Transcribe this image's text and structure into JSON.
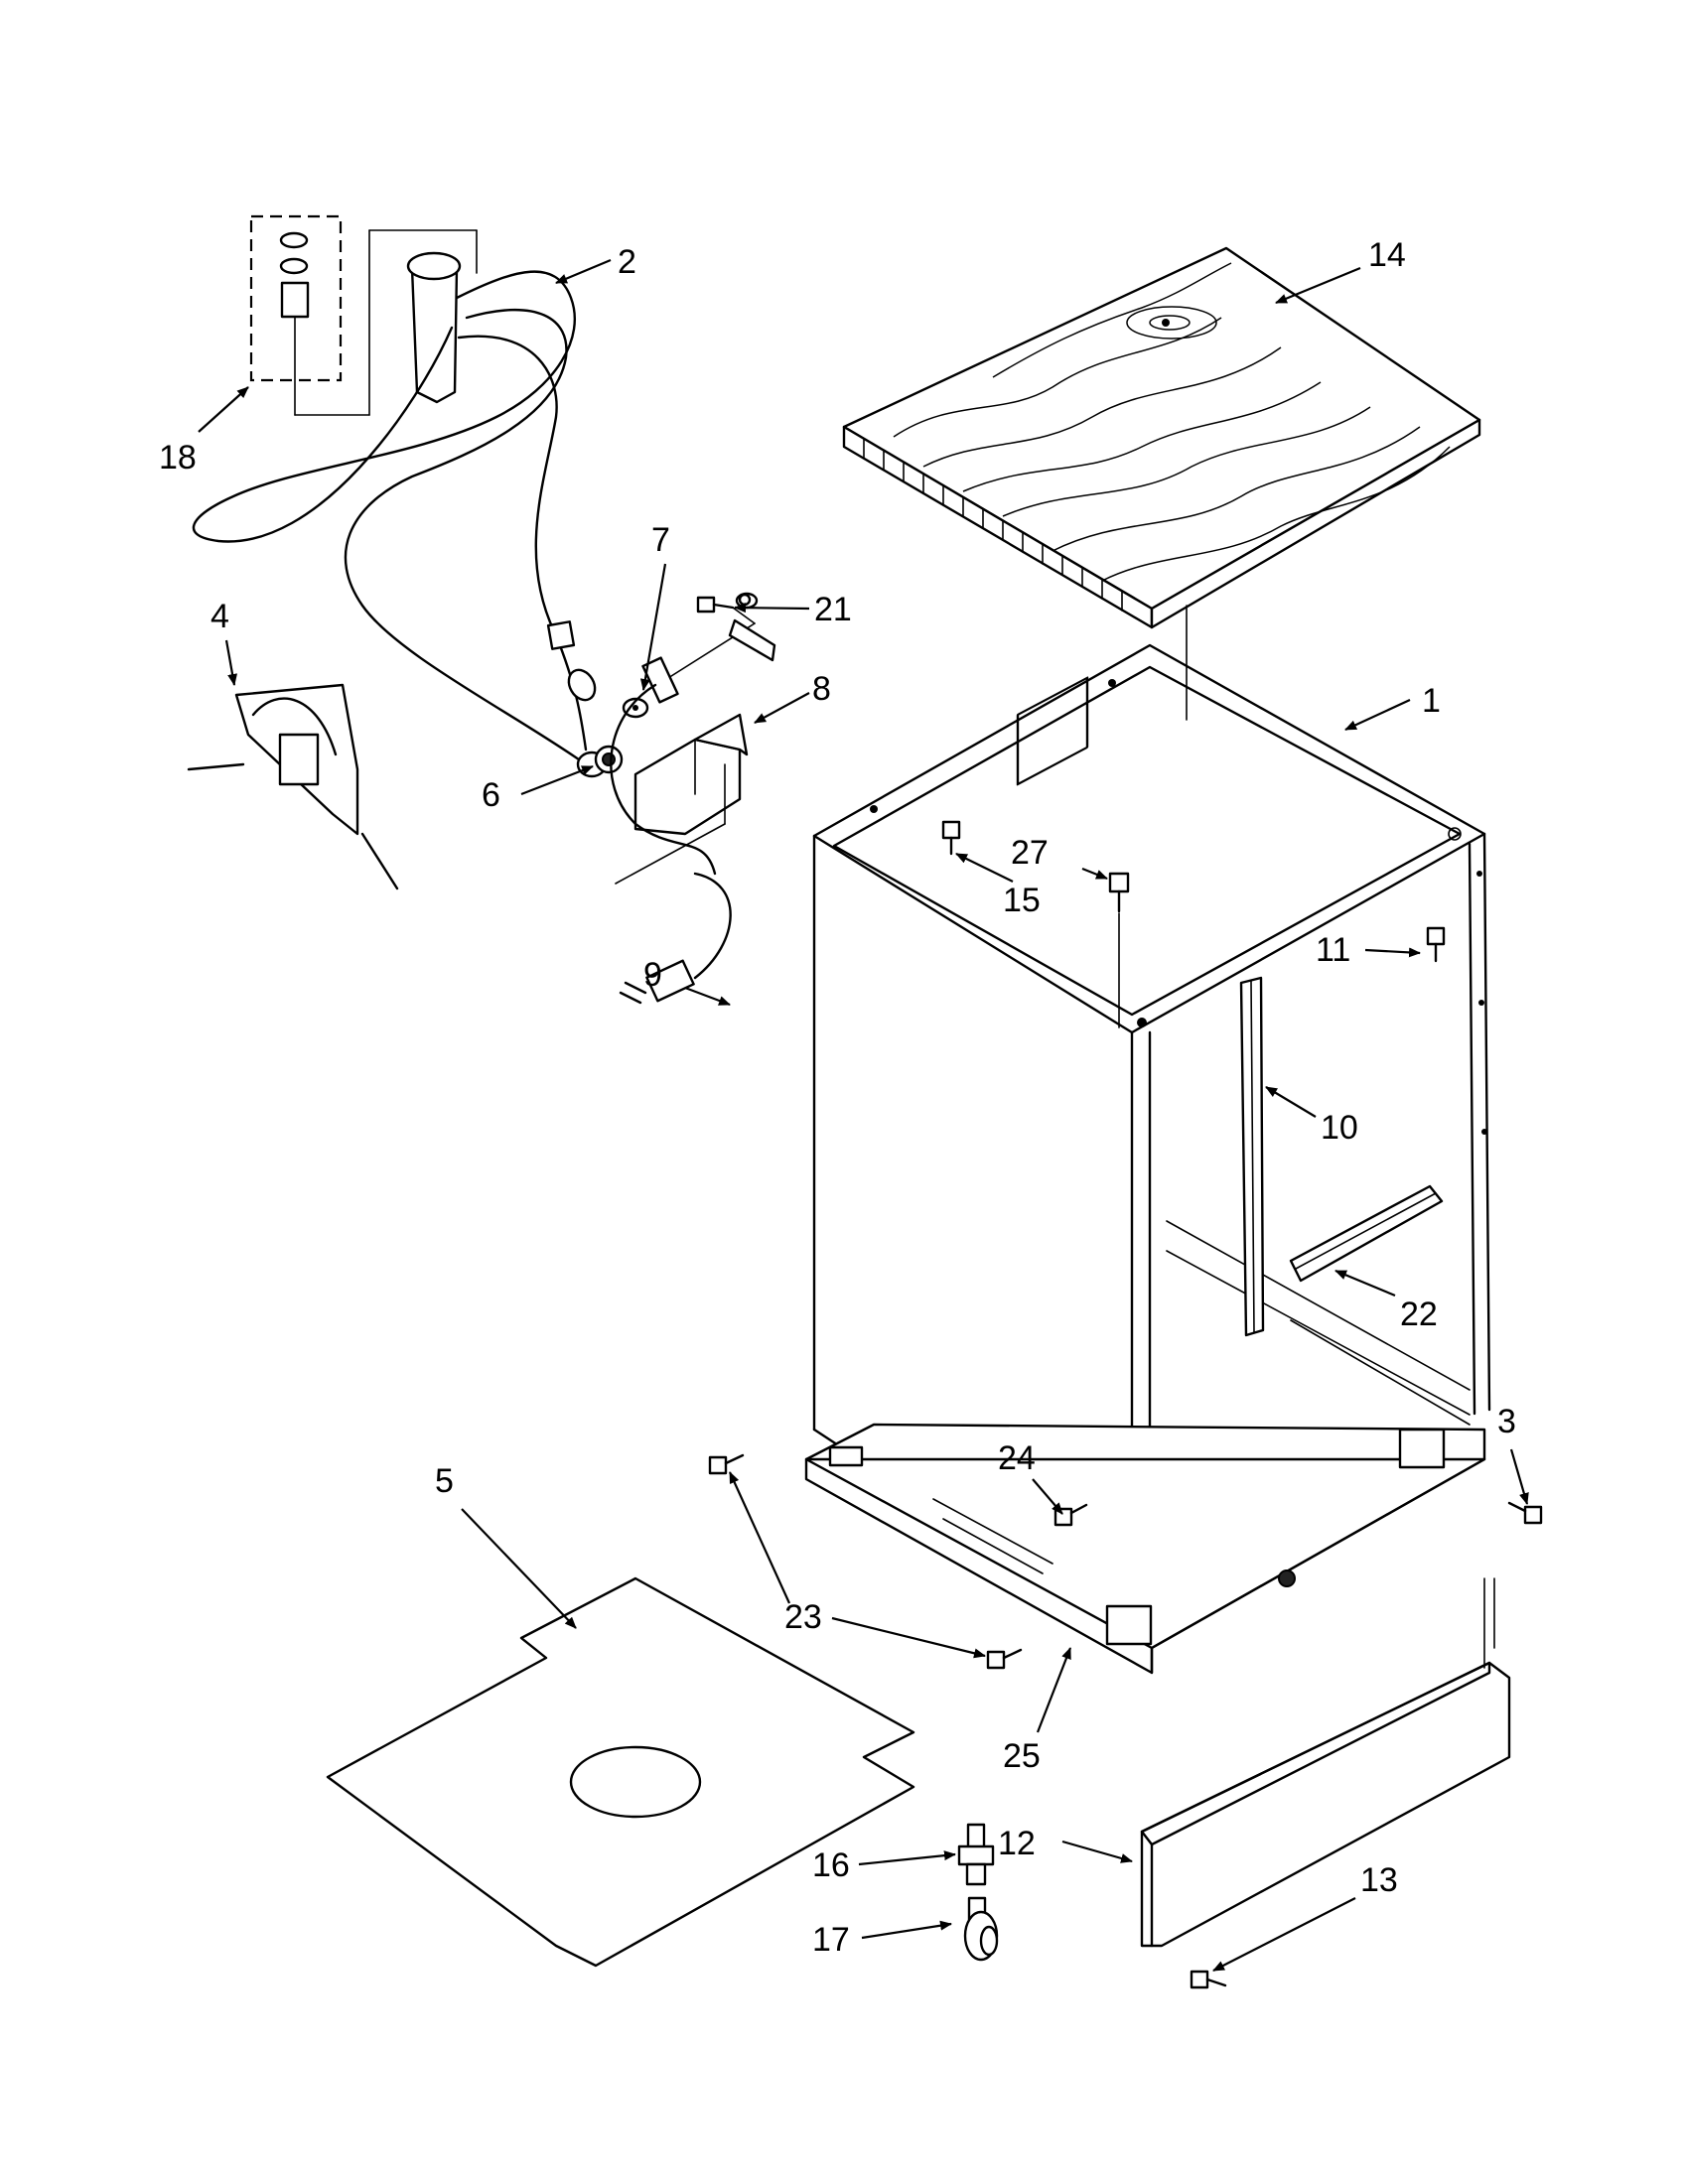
{
  "callouts": {
    "c1": "1",
    "c2": "2",
    "c3": "3",
    "c4": "4",
    "c5": "5",
    "c6": "6",
    "c7": "7",
    "c8": "8",
    "c9": "9",
    "c10": "10",
    "c11": "11",
    "c12": "12",
    "c13": "13",
    "c14": "14",
    "c15": "15",
    "c16": "16",
    "c17": "17",
    "c18": "18",
    "c21": "21",
    "c22": "22",
    "c23": "23",
    "c24": "24",
    "c25": "25",
    "c27": "27"
  }
}
